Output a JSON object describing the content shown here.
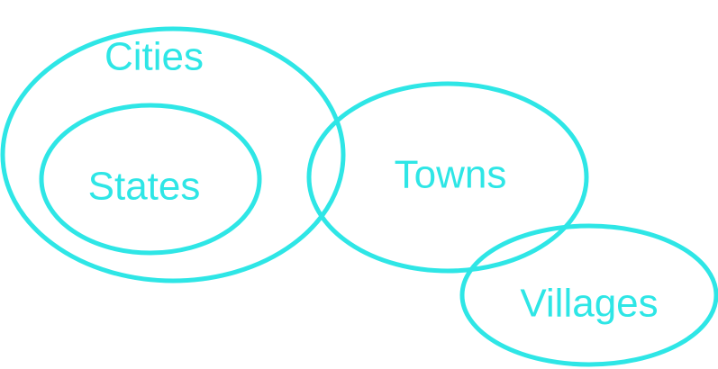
{
  "diagram": {
    "color": "#2ee6e6",
    "sets": {
      "cities": {
        "label": "Cities"
      },
      "states": {
        "label": "States"
      },
      "towns": {
        "label": "Towns"
      },
      "villages": {
        "label": "Villages"
      }
    }
  }
}
